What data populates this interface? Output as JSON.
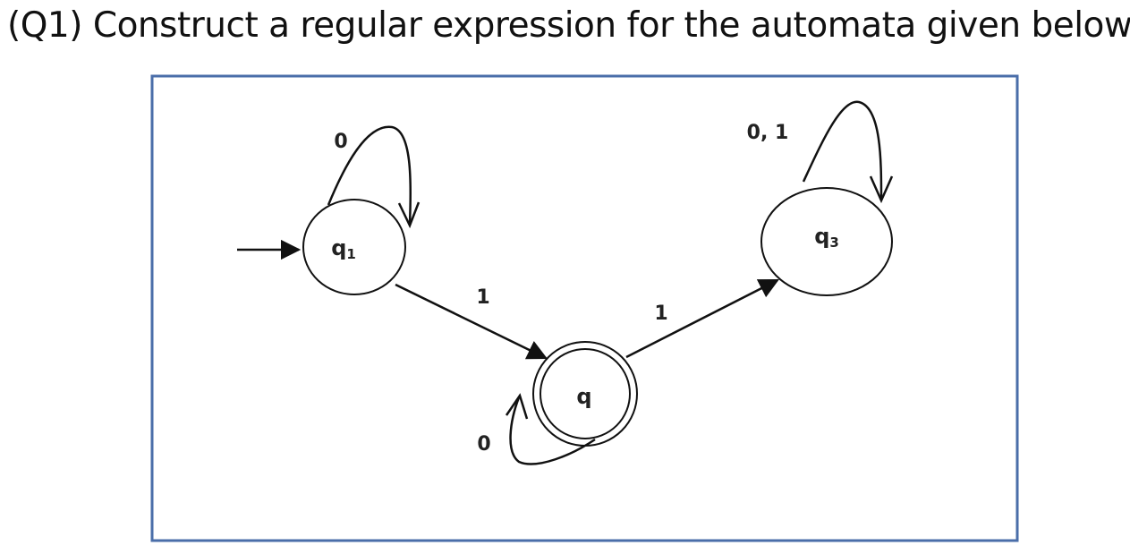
{
  "question": {
    "text": "(Q1) Construct a regular expression for the automata given below."
  },
  "colors": {
    "frame": "#4a6ea9",
    "ink": "#111111"
  },
  "automaton": {
    "states": [
      {
        "id": "q1",
        "label": "q",
        "sub": "1",
        "start": true,
        "accepting": false
      },
      {
        "id": "q2",
        "label": "q",
        "sub": "",
        "start": false,
        "accepting": true
      },
      {
        "id": "q3",
        "label": "q",
        "sub": "3",
        "start": false,
        "accepting": false
      }
    ],
    "transitions": [
      {
        "from": "q1",
        "to": "q1",
        "symbol": "0"
      },
      {
        "from": "q1",
        "to": "q2",
        "symbol": "1"
      },
      {
        "from": "q2",
        "to": "q2",
        "symbol": "0"
      },
      {
        "from": "q2",
        "to": "q3",
        "symbol": "1"
      },
      {
        "from": "q3",
        "to": "q3",
        "symbol": "0, 1"
      }
    ]
  }
}
